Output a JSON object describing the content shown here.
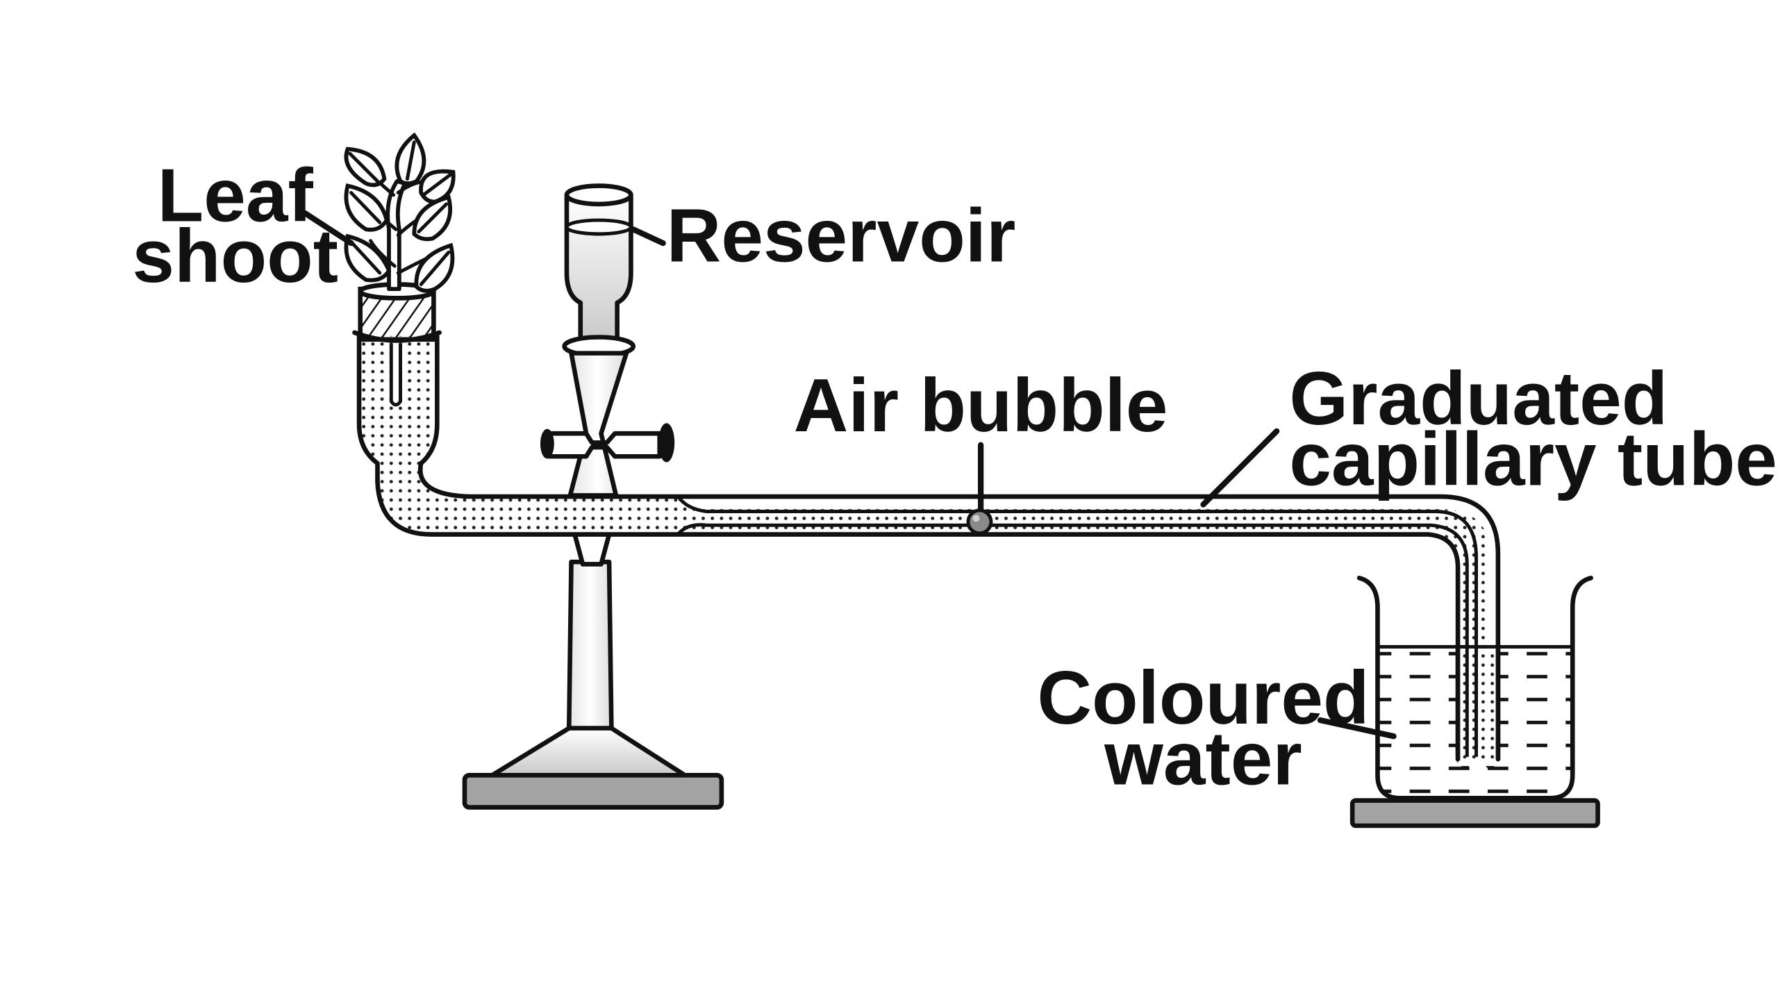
{
  "labels": {
    "leaf_shoot_line1": "Leaf",
    "leaf_shoot_line2": "shoot",
    "reservoir": "Reservoir",
    "air_bubble": "Air bubble",
    "graduated_capillary_tube_line1": "Graduated",
    "graduated_capillary_tube_line2": "capillary tube",
    "coloured_water_line1": "Coloured",
    "coloured_water_line2": "water"
  },
  "colors": {
    "outline": "#111111",
    "base": "#a3a3a3",
    "glass_gray": "#cfcfcf",
    "bubble": "#8a8a8a"
  }
}
